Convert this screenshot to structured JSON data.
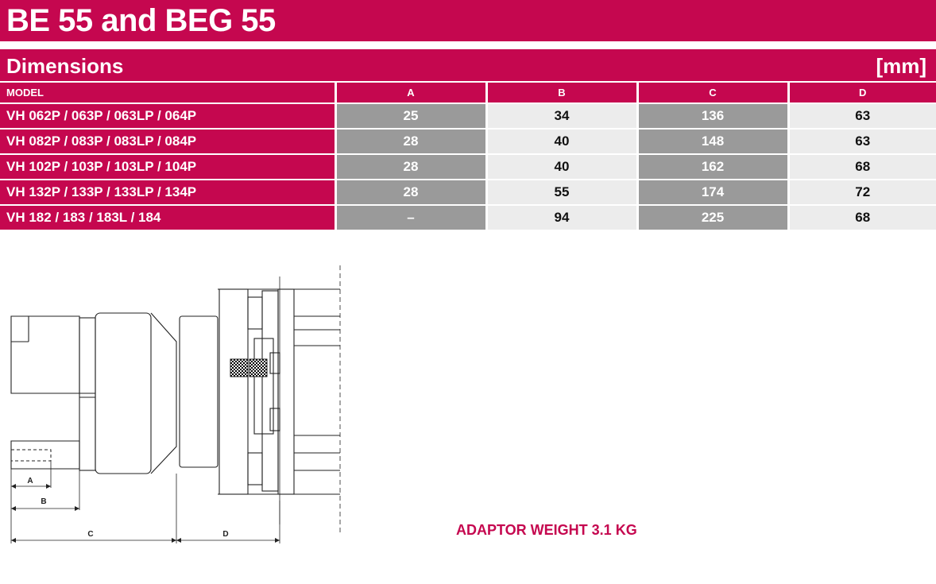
{
  "header": {
    "title": "BE 55 and BEG 55"
  },
  "section": {
    "title": "Dimensions",
    "unit": "[mm]"
  },
  "table": {
    "columns": [
      "MODEL",
      "A",
      "B",
      "C",
      "D"
    ],
    "rows": [
      [
        "VH 062P / 063P / 063LP / 064P",
        "25",
        "34",
        "136",
        "63"
      ],
      [
        "VH 082P / 083P / 083LP / 084P",
        "28",
        "40",
        "148",
        "63"
      ],
      [
        "VH 102P / 103P / 103LP / 104P",
        "28",
        "40",
        "162",
        "68"
      ],
      [
        "VH 132P / 133P / 133LP / 134P",
        "28",
        "55",
        "174",
        "72"
      ],
      [
        "VH 182 / 183 / 183L / 184",
        "–",
        "94",
        "225",
        "68"
      ]
    ]
  },
  "drawing": {
    "labels": {
      "a": "A",
      "b": "B",
      "c": "C",
      "d": "D"
    }
  },
  "footer": {
    "weight": "ADAPTOR WEIGHT 3.1 KG"
  },
  "colors": {
    "brand": "#c5074f",
    "dark_cell": "#9a9a9a",
    "light_cell": "#ececec"
  }
}
